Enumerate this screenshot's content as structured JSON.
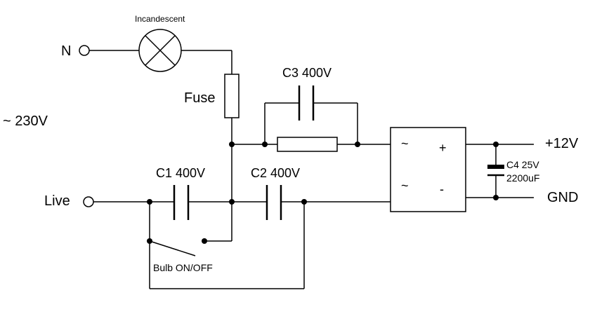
{
  "labels": {
    "neutral": "N",
    "live": "Live",
    "mains": "~ 230V",
    "lamp": "Incandescent",
    "fuse": "Fuse",
    "c1": "C1 400V",
    "c2": "C2 400V",
    "c3": "C3 400V",
    "c4_voltage": "C4 25V",
    "c4_capacitance": "2200uF",
    "switch": "Bulb ON/OFF",
    "out_pos": "+12V",
    "out_gnd": "GND",
    "bridge_ac_top": "~",
    "bridge_ac_bottom": "~",
    "bridge_plus": "+",
    "bridge_minus": "-"
  }
}
